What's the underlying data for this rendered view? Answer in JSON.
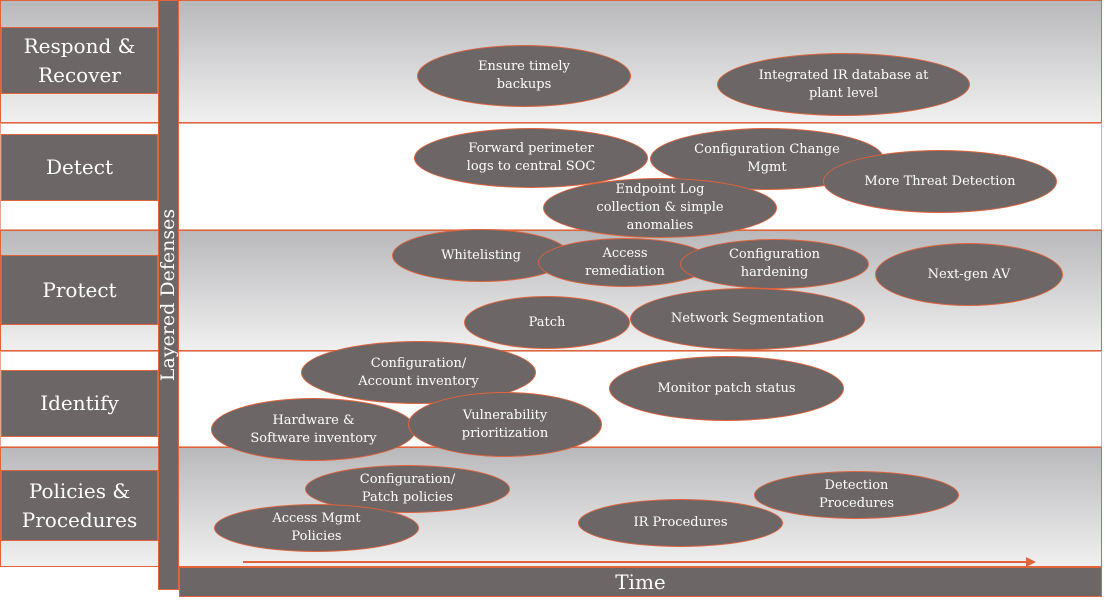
{
  "y_axis_label": "Layered Defenses",
  "x_axis_label": "Time",
  "categories": [
    {
      "id": "respond",
      "label": "Respond &\nRecover"
    },
    {
      "id": "detect",
      "label": "Detect"
    },
    {
      "id": "protect",
      "label": "Protect"
    },
    {
      "id": "identify",
      "label": "Identify"
    },
    {
      "id": "policies",
      "label": "Policies &\nProcedures"
    }
  ],
  "items": {
    "ensure_backups": "Ensure timely\nbackups",
    "integrated_ir_db": "Integrated IR database at\nplant level",
    "forward_logs": "Forward perimeter\nlogs to central SOC",
    "config_change_mgmt": "Configuration Change\nMgmt",
    "more_threat_detection": "More Threat Detection",
    "endpoint_log": "Endpoint Log\ncollection & simple\nanomalies",
    "whitelisting": "Whitelisting",
    "access_remediation": "Access\nremediation",
    "config_hardening": "Configuration\nhardening",
    "next_gen_av": "Next-gen AV",
    "patch": "Patch",
    "network_segmentation": "Network Segmentation",
    "config_account_inventory": "Configuration/\nAccount inventory",
    "monitor_patch_status": "Monitor patch status",
    "hw_sw_inventory": "Hardware &\nSoftware inventory",
    "vuln_prioritization": "Vulnerability\nprioritization",
    "config_patch_policies": "Configuration/\nPatch policies",
    "detection_procedures": "Detection\nProcedures",
    "access_mgmt_policies": "Access Mgmt\nPolicies",
    "ir_procedures": "IR Procedures"
  },
  "colors": {
    "fill": "#6c6667",
    "border": "#e0633a",
    "text": "#ffffff"
  }
}
